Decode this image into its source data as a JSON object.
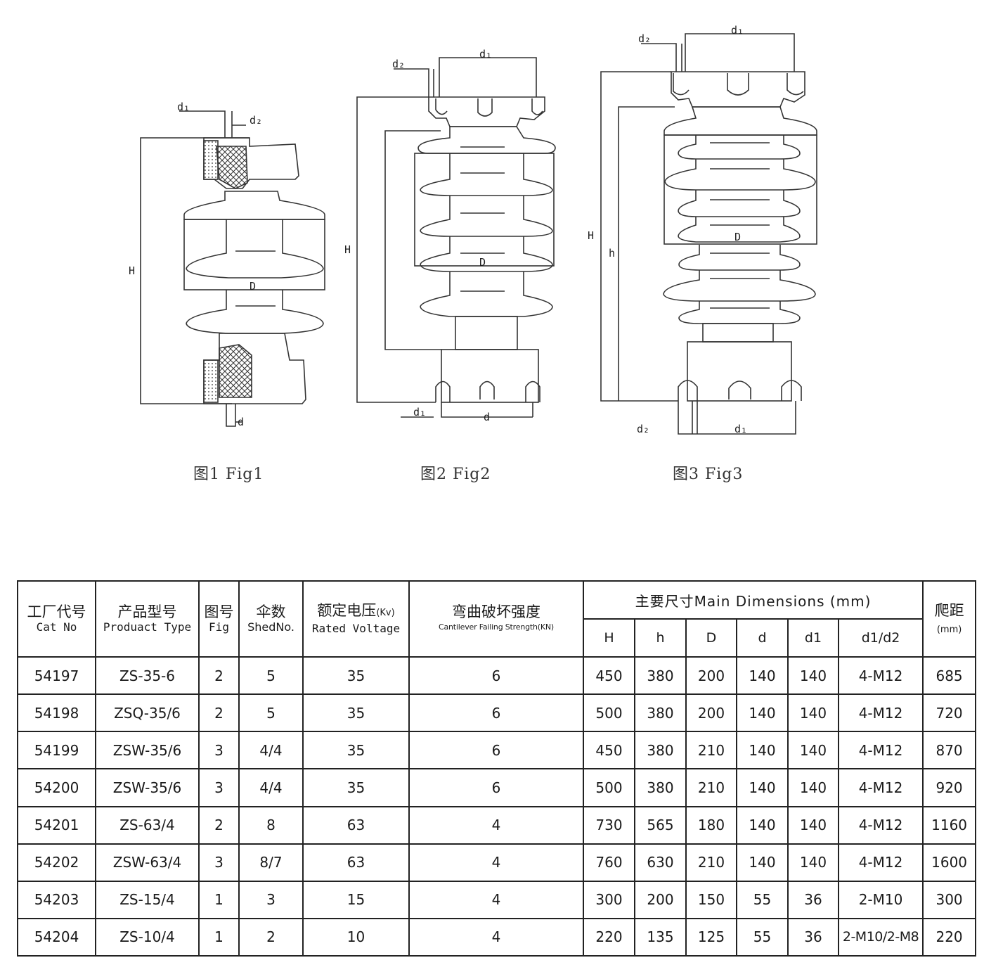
{
  "figures": [
    {
      "caption": "图1 Fig1",
      "labels": {
        "d1": "d₁",
        "d2": "d₂",
        "H": "H",
        "D": "D",
        "d": "d"
      }
    },
    {
      "caption": "图2 Fig2",
      "labels": {
        "d1": "d₁",
        "d2": "d₂",
        "H": "H",
        "D": "D",
        "d3": "d₁",
        "d": "d"
      }
    },
    {
      "caption": "图3 Fig3",
      "labels": {
        "d1": "d₁",
        "d2": "d₂",
        "H": "H",
        "h": "h",
        "D": "D",
        "d2b": "d₂",
        "d1b": "d₁"
      }
    }
  ],
  "table": {
    "headers": {
      "cat": {
        "cn": "工厂代号",
        "en": "Cat No"
      },
      "type": {
        "cn": "产品型号",
        "en": "Produact Type"
      },
      "fig": {
        "cn": "图号",
        "en": "Fig"
      },
      "shed": {
        "cn": "伞数",
        "en": "ShedNo."
      },
      "voltage": {
        "cn": "额定电压",
        "unit": "(Kv)",
        "en": "Rated Voltage"
      },
      "strength": {
        "cn": "弯曲破坏强度",
        "en": "Cantilever Failing Strength(KN)"
      },
      "main": "主要尺寸Main Dimensions (mm)",
      "creep": {
        "cn": "爬距",
        "unit": "(mm)"
      },
      "sub": [
        "H",
        "h",
        "D",
        "d",
        "d1",
        "d1/d2"
      ]
    },
    "rows": [
      [
        "54197",
        "ZS-35-6",
        "2",
        "5",
        "35",
        "6",
        "450",
        "380",
        "200",
        "140",
        "140",
        "4-M12",
        "685"
      ],
      [
        "54198",
        "ZSQ-35/6",
        "2",
        "5",
        "35",
        "6",
        "500",
        "380",
        "200",
        "140",
        "140",
        "4-M12",
        "720"
      ],
      [
        "54199",
        "ZSW-35/6",
        "3",
        "4/4",
        "35",
        "6",
        "450",
        "380",
        "210",
        "140",
        "140",
        "4-M12",
        "870"
      ],
      [
        "54200",
        "ZSW-35/6",
        "3",
        "4/4",
        "35",
        "6",
        "500",
        "380",
        "210",
        "140",
        "140",
        "4-M12",
        "920"
      ],
      [
        "54201",
        "ZS-63/4",
        "2",
        "8",
        "63",
        "4",
        "730",
        "565",
        "180",
        "140",
        "140",
        "4-M12",
        "1160"
      ],
      [
        "54202",
        "ZSW-63/4",
        "3",
        "8/7",
        "63",
        "4",
        "760",
        "630",
        "210",
        "140",
        "140",
        "4-M12",
        "1600"
      ],
      [
        "54203",
        "ZS-15/4",
        "1",
        "3",
        "15",
        "4",
        "300",
        "200",
        "150",
        "55",
        "36",
        "2-M10",
        "300"
      ],
      [
        "54204",
        "ZS-10/4",
        "1",
        "2",
        "10",
        "4",
        "220",
        "135",
        "125",
        "55",
        "36",
        "2-M10/2-M8",
        "220"
      ]
    ]
  }
}
